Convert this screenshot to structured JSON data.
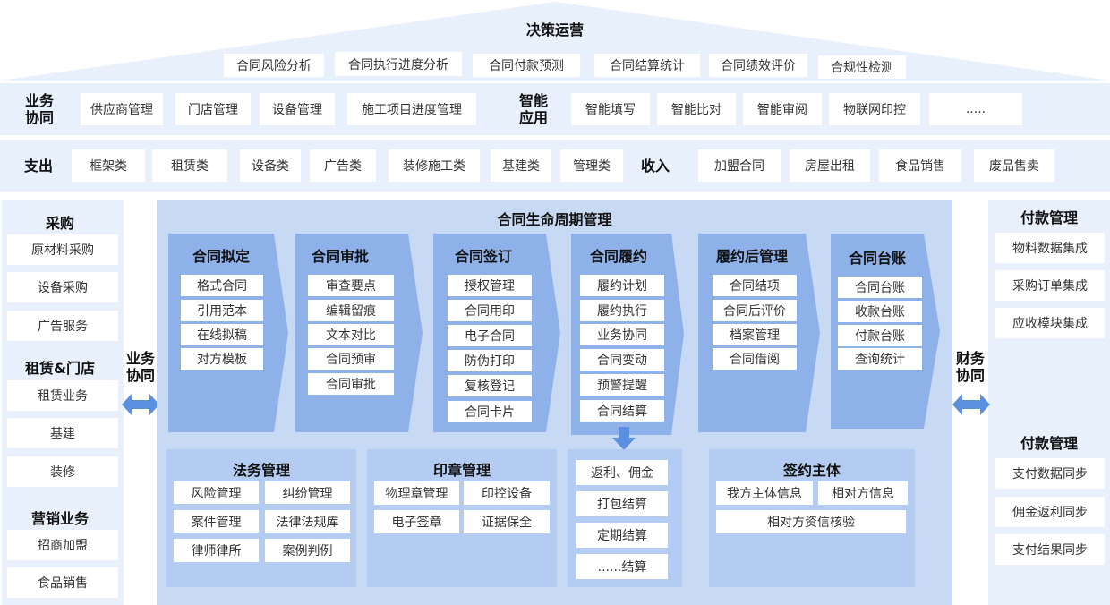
{
  "roof": {
    "title": "决策运营",
    "items": [
      "合同风险分析",
      "合同执行进度分析",
      "合同付款预测",
      "合同结算统计",
      "合同绩效评价",
      "合规性检测"
    ]
  },
  "row_business": {
    "label": "业务\n协同",
    "items": [
      "供应商管理",
      "门店管理",
      "设备管理",
      "施工项目进度管理"
    ],
    "smart_label": "智能\n应用",
    "smart_items": [
      "智能填写",
      "智能比对",
      "智能审阅",
      "物联网印控",
      "....."
    ]
  },
  "row_money": {
    "expense_label": "支出",
    "expense_items": [
      "框架类",
      "租赁类",
      "设备类",
      "广告类",
      "装修施工类",
      "基建类",
      "管理类"
    ],
    "income_label": "收入",
    "income_items": [
      "加盟合同",
      "房屋出租",
      "食品销售",
      "废品售卖"
    ]
  },
  "left": {
    "groups": [
      {
        "title": "采购",
        "items": [
          "原材料采购",
          "设备采购",
          "广告服务"
        ]
      },
      {
        "title": "租赁&门店",
        "items": [
          "租赁业务",
          "基建",
          "装修"
        ]
      },
      {
        "title": "营销业务",
        "items": [
          "招商加盟",
          "食品销售"
        ]
      }
    ],
    "connector": "业务\n协同"
  },
  "right": {
    "groups": [
      {
        "title": "付款管理",
        "items": [
          "物料数据集成",
          "采购订单集成",
          "应收模块集成"
        ]
      },
      {
        "title": "付款管理",
        "items": [
          "支付数据同步",
          "佣金返利同步",
          "支付结果同步"
        ]
      }
    ],
    "connector": "财务\n协同"
  },
  "center": {
    "title": "合同生命周期管理",
    "stages": [
      {
        "title": "合同拟定",
        "items": [
          "格式合同",
          "引用范本",
          "在线拟稿",
          "对方模板"
        ]
      },
      {
        "title": "合同审批",
        "items": [
          "审查要点",
          "编辑留痕",
          "文本对比",
          "合同预审",
          "合同审批"
        ]
      },
      {
        "title": "合同签订",
        "items": [
          "授权管理",
          "合同用印",
          "电子合同",
          "防伪打印",
          "复核登记",
          "合同卡片"
        ]
      },
      {
        "title": "合同履约",
        "items": [
          "履约计划",
          "履约执行",
          "业务协同",
          "合同变动",
          "预警提醒",
          "合同结算"
        ]
      },
      {
        "title": "履约后管理",
        "items": [
          "合同结项",
          "合同后评价",
          "档案管理",
          "合同借阅"
        ]
      },
      {
        "title": "合同台账",
        "items": [
          "合同台账",
          "收款台账",
          "付款台账",
          "查询统计"
        ]
      }
    ],
    "legal": {
      "title": "法务管理",
      "items": [
        "风险管理",
        "纠纷管理",
        "案件管理",
        "法律法规库",
        "律师律所",
        "案例判例"
      ]
    },
    "seal": {
      "title": "印章管理",
      "items": [
        "物理章管理",
        "印控设备",
        "电子签章",
        "证据保全"
      ]
    },
    "settlement": {
      "items": [
        "返利、佣金",
        "打包结算",
        "定期结算",
        "......结算"
      ]
    },
    "party": {
      "title": "签约主体",
      "items": [
        "我方主体信息",
        "相对方信息",
        "相对方资信核验"
      ]
    }
  },
  "colors": {
    "band": "#e8f0fc",
    "panel": "#c8d9f4",
    "stage": "#8fb1ea",
    "sub": "#b4ccf1",
    "arrow": "#5b8fe0"
  }
}
